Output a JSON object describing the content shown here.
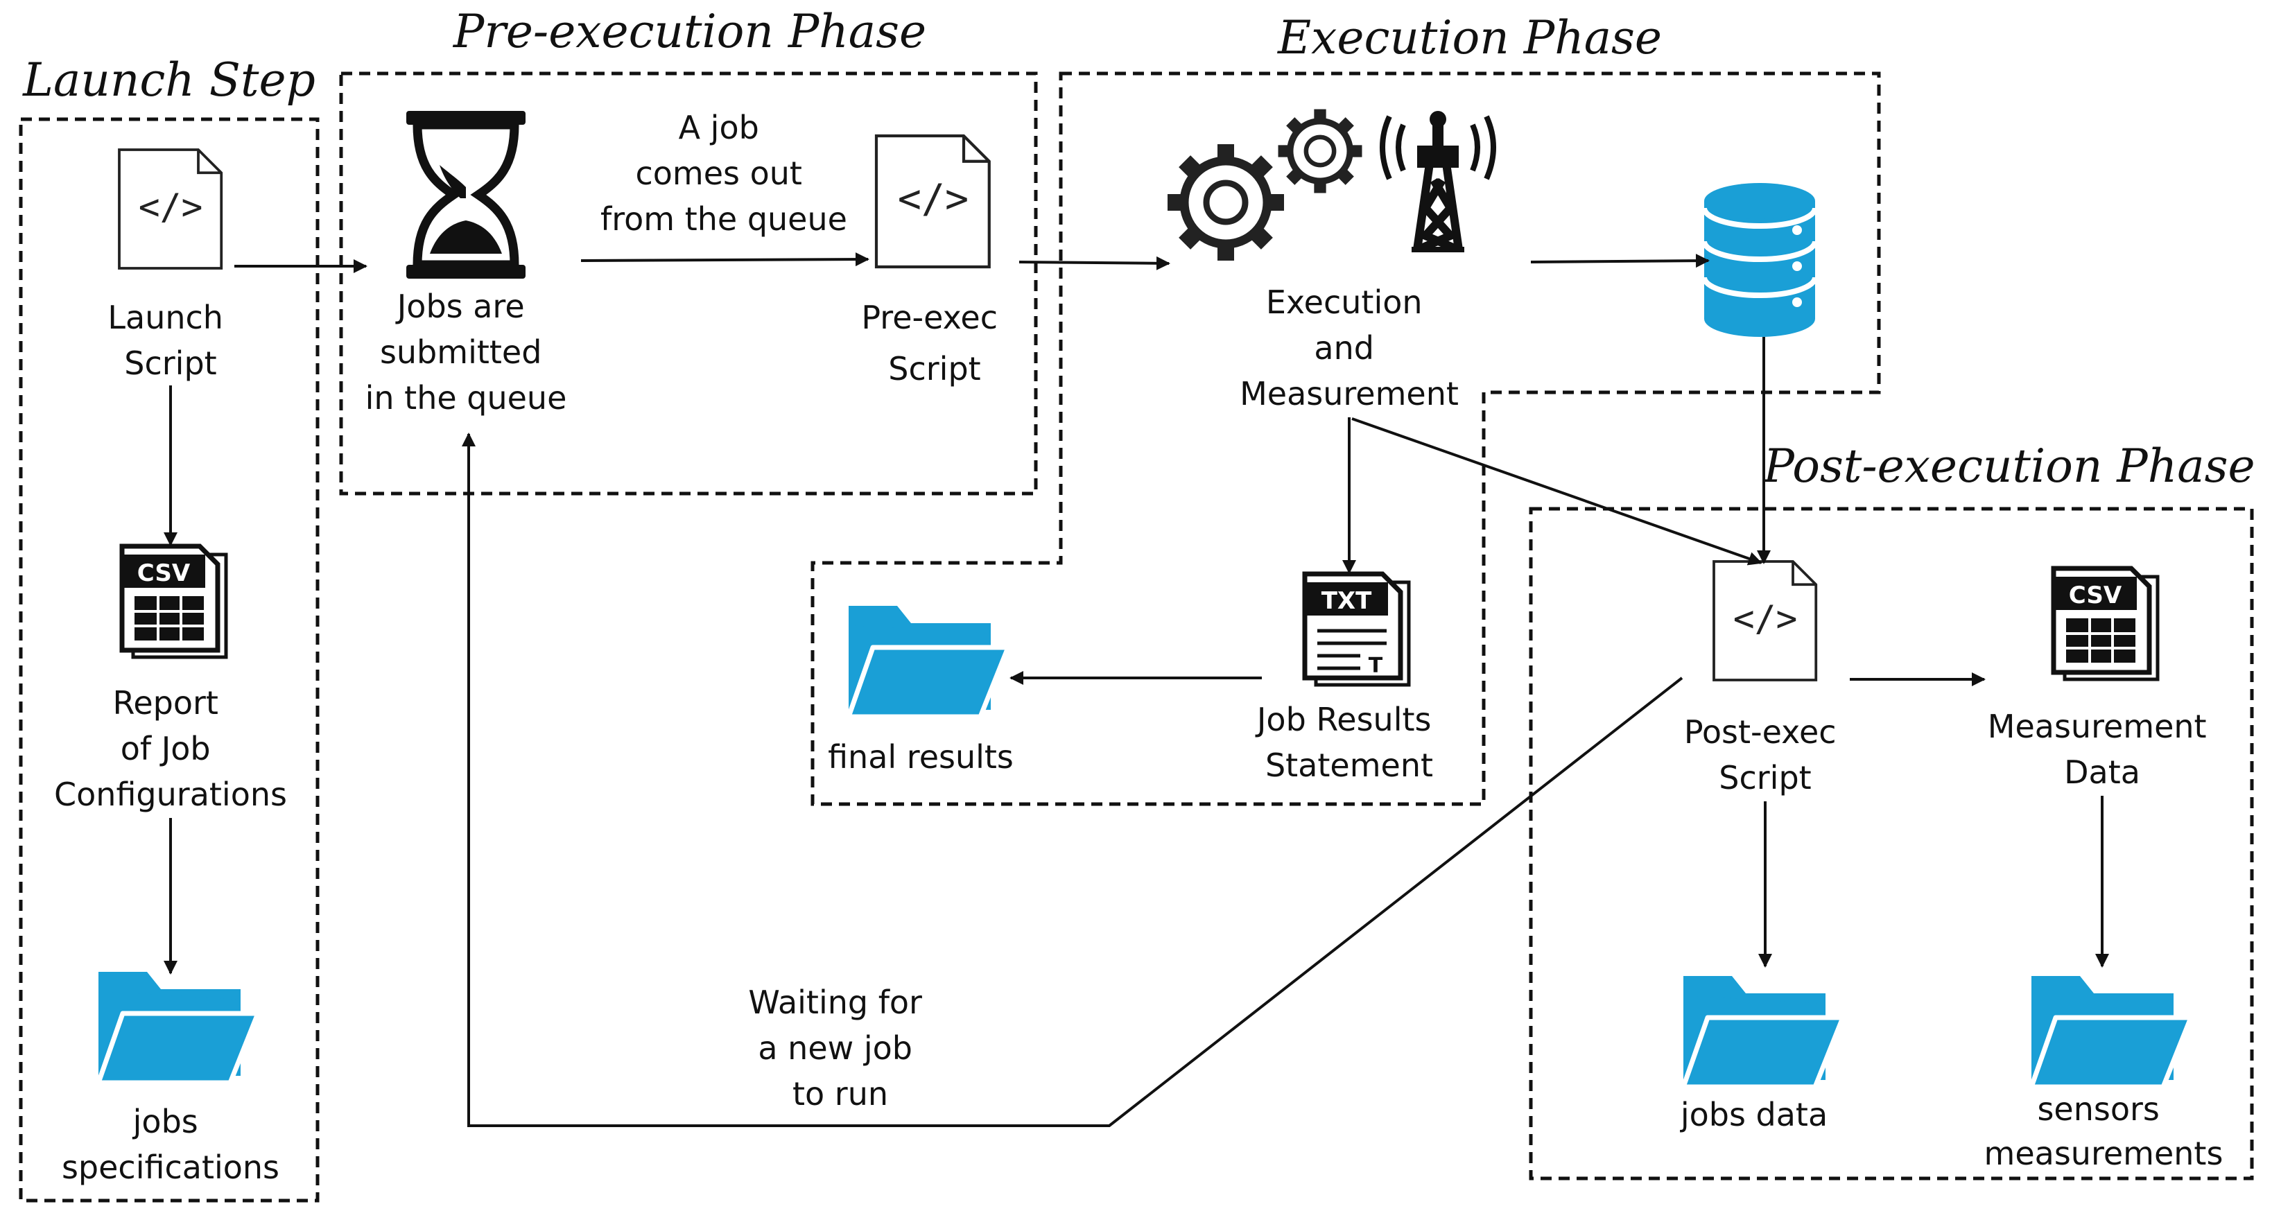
{
  "phases": {
    "launch": "Launch Step",
    "pre": "Pre-execution Phase",
    "exec": "Execution Phase",
    "post": "Post-execution Phase"
  },
  "nodes": {
    "launch_script": [
      "Launch",
      "Script"
    ],
    "report": [
      "Report",
      "of Job",
      "Configurations"
    ],
    "jobs_specs": [
      "jobs",
      "specifications"
    ],
    "queue": [
      "Jobs are",
      "submitted",
      "in the queue"
    ],
    "job_out": [
      "A job",
      "comes out",
      "from the queue"
    ],
    "pre_exec": [
      "Pre-exec",
      "Script"
    ],
    "exec_measure": [
      "Execution",
      "and",
      "Measurement"
    ],
    "job_results": [
      "Job Results",
      "Statement"
    ],
    "final_results": "final results",
    "post_exec": [
      "Post-exec",
      "Script"
    ],
    "measurement_data": [
      "Measurement",
      "Data"
    ],
    "jobs_data": "jobs data",
    "sensors": [
      "sensors",
      "measurements"
    ],
    "waiting": [
      "Waiting for",
      "a new job",
      "to run"
    ]
  },
  "file_tags": {
    "csv": "CSV",
    "txt": "TXT",
    "code": "</>"
  },
  "icons": [
    "code-file-icon",
    "csv-file-icon",
    "txt-file-icon",
    "folder-icon",
    "hourglass-icon",
    "gears-icon",
    "antenna-tower-icon",
    "database-icon"
  ],
  "colors": {
    "folder": "#1a9fd6",
    "database": "#1a9fd6",
    "ink": "#111111"
  }
}
